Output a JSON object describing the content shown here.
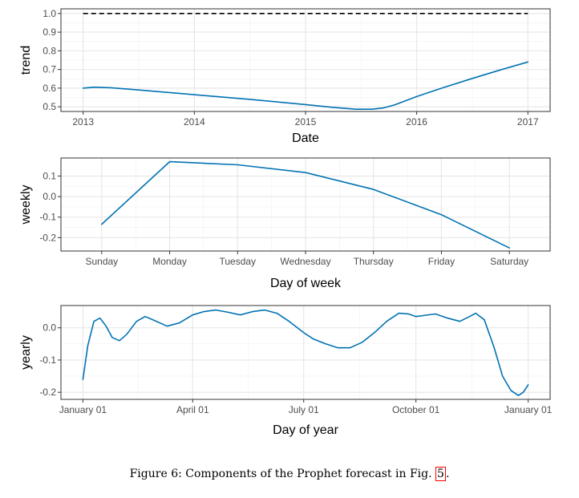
{
  "caption": {
    "text": "Figure 6: Components of the Prophet forecast in Fig.",
    "ref": "5",
    "end": "."
  },
  "chart_data": [
    {
      "type": "line",
      "xlabel": "Date",
      "ylabel": "trend",
      "x_tick_labels": [
        "2013",
        "2014",
        "2015",
        "2016",
        "2017"
      ],
      "y_tick_labels": [
        "0.5",
        "0.6",
        "0.7",
        "0.8",
        "0.9",
        "1.0"
      ],
      "xlim": [
        2012.8,
        2017.2
      ],
      "ylim": [
        0.475,
        1.025
      ],
      "grid": true,
      "line_color": "#0072B2",
      "reference_line": {
        "y": 1.0,
        "style": "dashed",
        "color": "#000000"
      },
      "x": [
        2013.0,
        2013.1,
        2013.25,
        2013.5,
        2014.0,
        2014.5,
        2015.0,
        2015.25,
        2015.45,
        2015.6,
        2015.7,
        2015.8,
        2016.0,
        2016.25,
        2016.5,
        2016.75,
        2017.0
      ],
      "y": [
        0.6,
        0.605,
        0.602,
        0.59,
        0.565,
        0.54,
        0.512,
        0.497,
        0.487,
        0.487,
        0.494,
        0.51,
        0.555,
        0.605,
        0.652,
        0.697,
        0.74
      ]
    },
    {
      "type": "line",
      "xlabel": "Day of week",
      "ylabel": "weekly",
      "categories": [
        "Sunday",
        "Monday",
        "Tuesday",
        "Wednesday",
        "Thursday",
        "Friday",
        "Saturday"
      ],
      "values": [
        -0.135,
        0.17,
        0.155,
        0.117,
        0.035,
        -0.088,
        -0.25
      ],
      "y_tick_labels": [
        "-0.2",
        "-0.1",
        "0.0",
        "0.1"
      ],
      "ylim": [
        -0.265,
        0.188
      ],
      "grid": true,
      "line_color": "#0072B2"
    },
    {
      "type": "line",
      "xlabel": "Day of year",
      "ylabel": "yearly",
      "x_tick_labels": [
        "January 01",
        "April 01",
        "July 01",
        "October 01",
        "January 01"
      ],
      "x_tick_values": [
        1,
        91,
        182,
        274,
        366
      ],
      "y_tick_labels": [
        "-0.2",
        "-0.1",
        "0.0"
      ],
      "xlim": [
        -17,
        384
      ],
      "ylim": [
        -0.222,
        0.069
      ],
      "grid": true,
      "line_color": "#0072B2",
      "x": [
        1,
        5,
        10,
        15,
        20,
        25,
        31,
        37,
        45,
        52,
        60,
        70,
        80,
        91,
        100,
        110,
        120,
        130,
        140,
        150,
        160,
        170,
        182,
        190,
        200,
        210,
        220,
        230,
        240,
        250,
        260,
        268,
        274,
        280,
        290,
        300,
        310,
        318,
        323,
        330,
        338,
        345,
        352,
        358,
        362,
        366
      ],
      "y": [
        -0.16,
        -0.055,
        0.02,
        0.03,
        0.005,
        -0.03,
        -0.04,
        -0.02,
        0.02,
        0.035,
        0.022,
        0.005,
        0.015,
        0.04,
        0.05,
        0.055,
        0.048,
        0.04,
        0.05,
        0.055,
        0.045,
        0.02,
        -0.015,
        -0.035,
        -0.05,
        -0.062,
        -0.062,
        -0.045,
        -0.015,
        0.02,
        0.045,
        0.043,
        0.035,
        0.038,
        0.043,
        0.03,
        0.02,
        0.035,
        0.045,
        0.025,
        -0.06,
        -0.15,
        -0.195,
        -0.21,
        -0.2,
        -0.177
      ]
    }
  ]
}
